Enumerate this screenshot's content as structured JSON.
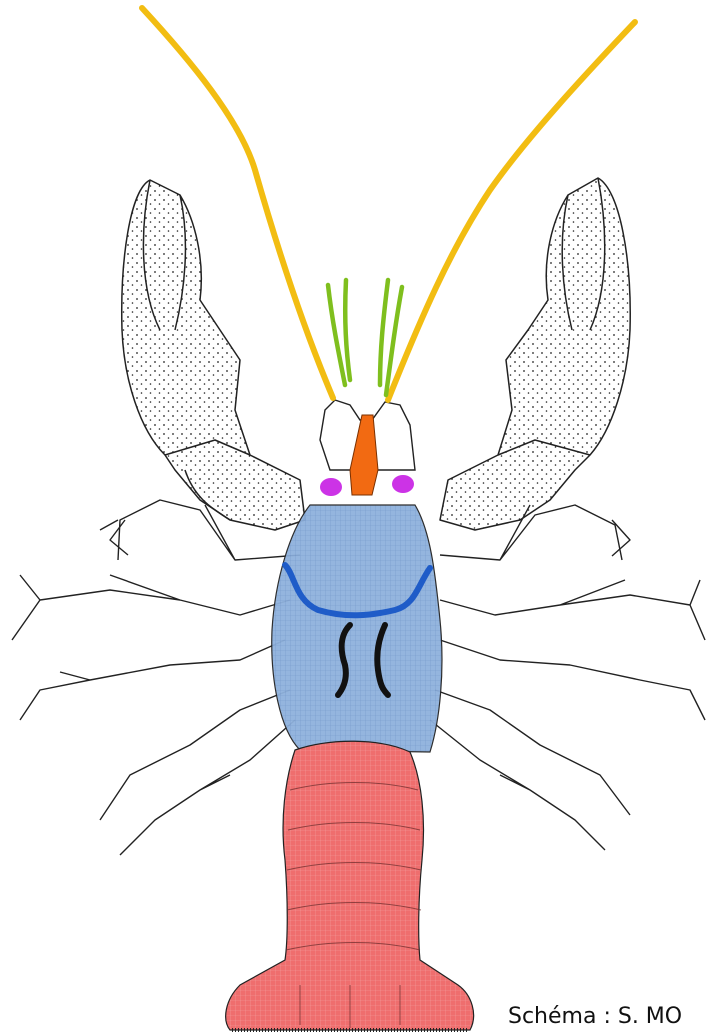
{
  "credit": "Schéma : S. MO",
  "colors": {
    "antennae": "#f2bd12",
    "antennules": "#7fbf1e",
    "rostrum": "#f26a12",
    "eyes": "#cc33e6",
    "cephalothorax": "#8fb2dd",
    "cervical_groove": "#1f5cc8",
    "branchiocardiac_grooves": "#111111",
    "abdomen": "#ef6e6e",
    "outline": "#222222"
  },
  "parts": [
    {
      "id": "antenna",
      "color_key": "antennae"
    },
    {
      "id": "antennule",
      "color_key": "antennules"
    },
    {
      "id": "rostrum",
      "color_key": "rostrum"
    },
    {
      "id": "eye",
      "color_key": "eyes"
    },
    {
      "id": "cephalothorax",
      "color_key": "cephalothorax"
    },
    {
      "id": "cervical-groove",
      "color_key": "cervical_groove"
    },
    {
      "id": "branchiocardiac-groove",
      "color_key": "branchiocardiac_grooves"
    },
    {
      "id": "abdomen",
      "color_key": "abdomen"
    },
    {
      "id": "claw",
      "color_key": "outline"
    },
    {
      "id": "walking-leg",
      "color_key": "outline"
    }
  ]
}
